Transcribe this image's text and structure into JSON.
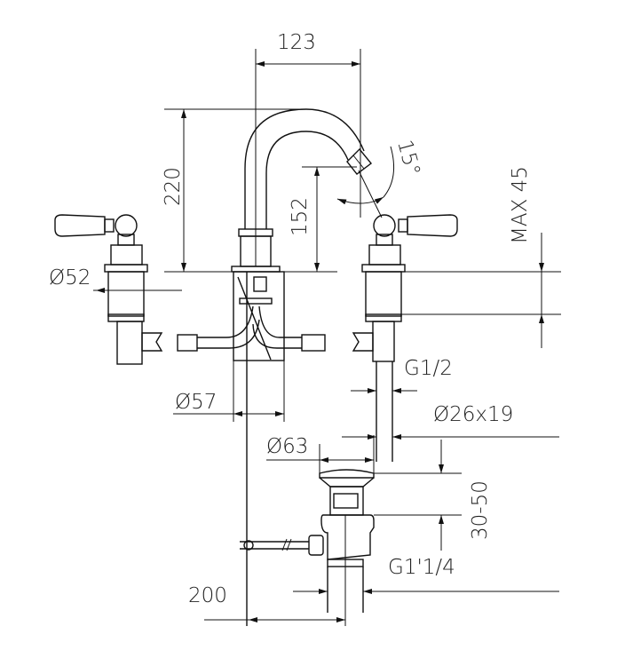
{
  "drawing": {
    "title": "Three-hole bidet mixer technical drawing",
    "line_color": "#111111",
    "dimensions": {
      "spout_reach": "123",
      "total_height": "220",
      "spout_height": "152",
      "spout_angle": "15°",
      "max_deck": "MAX 45",
      "handle_diameter": "Ø52",
      "inlet_thread": "G1/2",
      "base_diameter": "Ø57",
      "hole_size": "Ø26x19",
      "waste_diameter": "Ø63",
      "waste_range": "30-50",
      "waste_thread": "G1'1/4",
      "rod_distance": "200"
    }
  }
}
